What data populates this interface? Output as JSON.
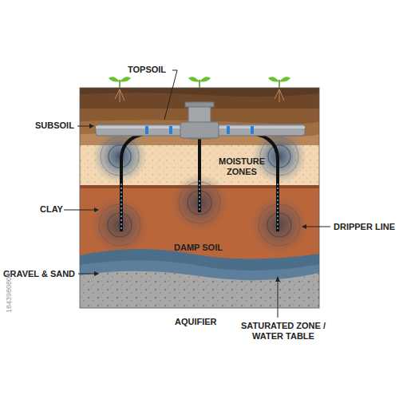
{
  "diagram": {
    "labels": [
      "TOPSOIL",
      "SUBSOIL",
      "MOISTURE ZONES",
      "CLAY",
      "DRIPPER LINE",
      "DAMP SOIL",
      "GRAVEL & SAND",
      "AQUIFIER",
      "SATURATED ZONE / WATER TABLE",
      "1843980808"
    ]
  }
}
